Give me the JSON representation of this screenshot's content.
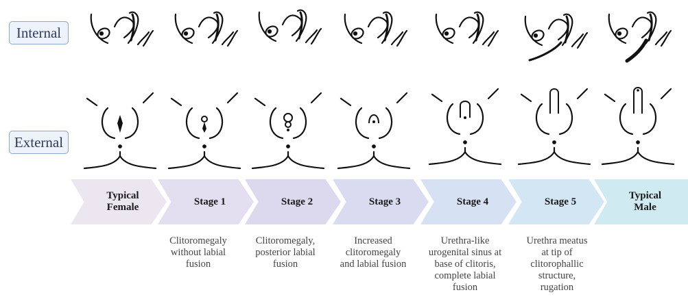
{
  "row_labels": {
    "internal": "Internal",
    "external": "External"
  },
  "stages": [
    {
      "name_line1": "Typical",
      "name_line2": "Female",
      "description": [],
      "color": "#ece6f1"
    },
    {
      "name_line1": "Stage 1",
      "name_line2": "",
      "description": [
        "Clitoromegaly",
        "without labial",
        "fusion"
      ],
      "color": "#e3def0"
    },
    {
      "name_line1": "Stage 2",
      "name_line2": "",
      "description": [
        "Clitoromegaly,",
        "posterior labial",
        "fusion"
      ],
      "color": "#dcd9ee"
    },
    {
      "name_line1": "Stage 3",
      "name_line2": "",
      "description": [
        "Increased",
        "clitoromegaly",
        "and labial fusion"
      ],
      "color": "#d9dcf0"
    },
    {
      "name_line1": "Stage 4",
      "name_line2": "",
      "description": [
        "Urethra-like",
        "urogenital sinus at",
        "base of clitoris,",
        "complete labial",
        "fusion"
      ],
      "color": "#d6e1f3"
    },
    {
      "name_line1": "Stage 5",
      "name_line2": "",
      "description": [
        "Urethra meatus",
        "at tip of",
        "clitorophallic",
        "structure,",
        "rugation"
      ],
      "color": "#d2e6f3"
    },
    {
      "name_line1": "Typical",
      "name_line2": "Male",
      "description": [],
      "color": "#cfeaf1"
    }
  ]
}
